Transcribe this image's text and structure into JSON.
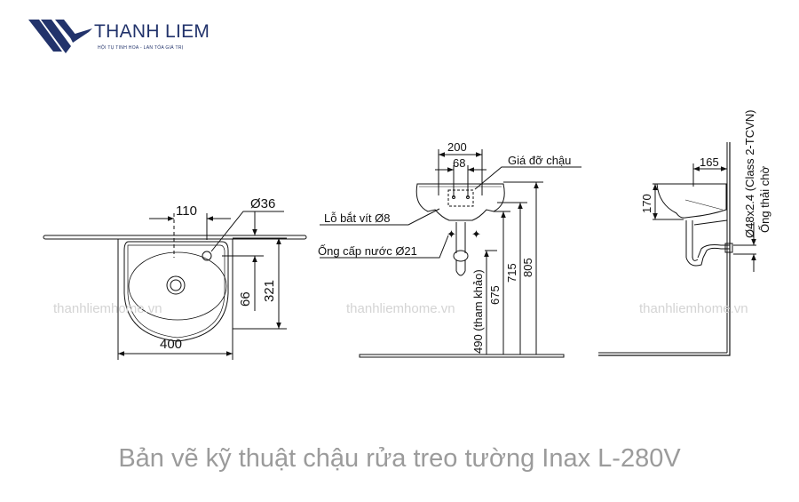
{
  "brand": {
    "name": "THANH LIEM",
    "tagline": "HỘI TỤ TINH HOA - LAN TỎA GIÁ TRỊ",
    "color": "#22336b"
  },
  "watermark": "thanhliemhome.vn",
  "front_view": {
    "dims": {
      "hole_offset": "110",
      "hole_diameter": "Ø36",
      "height_66": "66",
      "depth": "321",
      "width": "400"
    }
  },
  "side_view": {
    "dims": {
      "bracket_width": "200",
      "inner_width": "68",
      "h1": "490 (tham khảo)",
      "h2": "675",
      "h3": "715",
      "h4": "805"
    },
    "labels": {
      "bracket": "Giá đỡ chậu",
      "screw_hole": "Lỗ bắt vít Ø8",
      "supply_pipe": "Ống cấp nước Ø21"
    }
  },
  "profile_view": {
    "dims": {
      "projection": "165",
      "bowl_height": "170"
    },
    "labels": {
      "drain_spec": "Ø48x2.4 (Class 2-TCVN)",
      "drain_pipe": "Ống thải chờ"
    }
  },
  "caption": "Bản vẽ kỹ thuật chậu rửa treo tường Inax L-280V"
}
